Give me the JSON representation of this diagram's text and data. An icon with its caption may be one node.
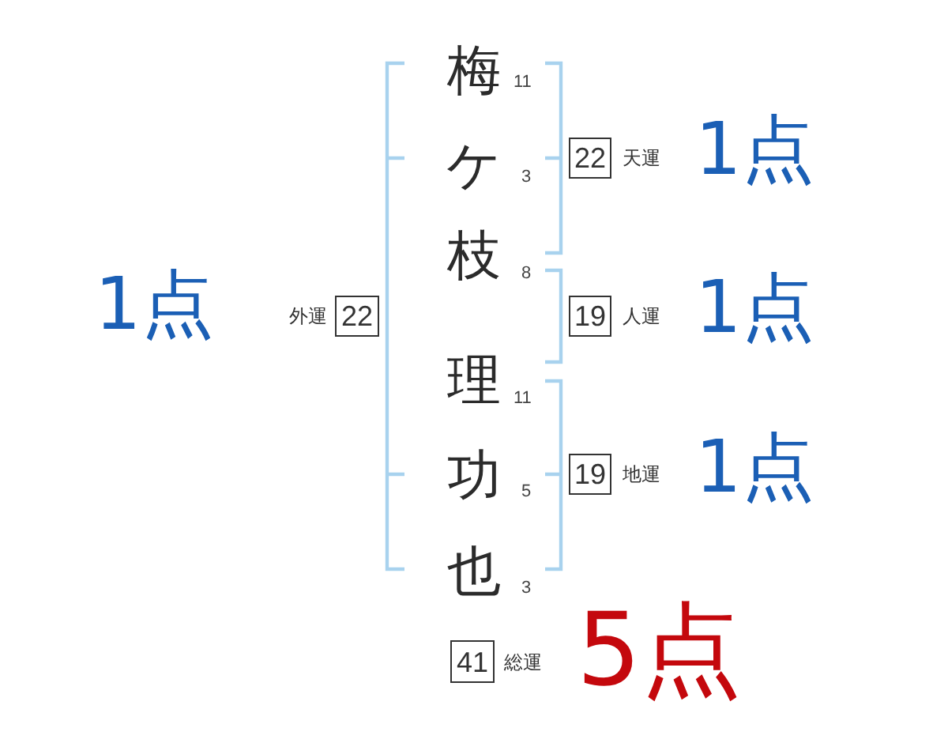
{
  "diagram": {
    "nodes": [
      {
        "text": [
          "22"
        ],
        "beside": [
          "天運",
          "1点"
        ]
      },
      {
        "text": [
          "22"
        ],
        "beside": [
          "外運",
          "1点"
        ]
      },
      {
        "text": [
          "19"
        ],
        "beside": [
          "人運",
          "1点"
        ]
      },
      {
        "text": [
          "19"
        ],
        "beside": [
          "地運",
          "1点"
        ]
      },
      {
        "text": [
          "41"
        ],
        "beside": [
          "総運",
          "5点"
        ]
      }
    ],
    "labels": [
      "梅",
      "11",
      "ケ",
      "3",
      "枝",
      "8",
      "理",
      "11",
      "功",
      "5",
      "也",
      "3"
    ]
  }
}
